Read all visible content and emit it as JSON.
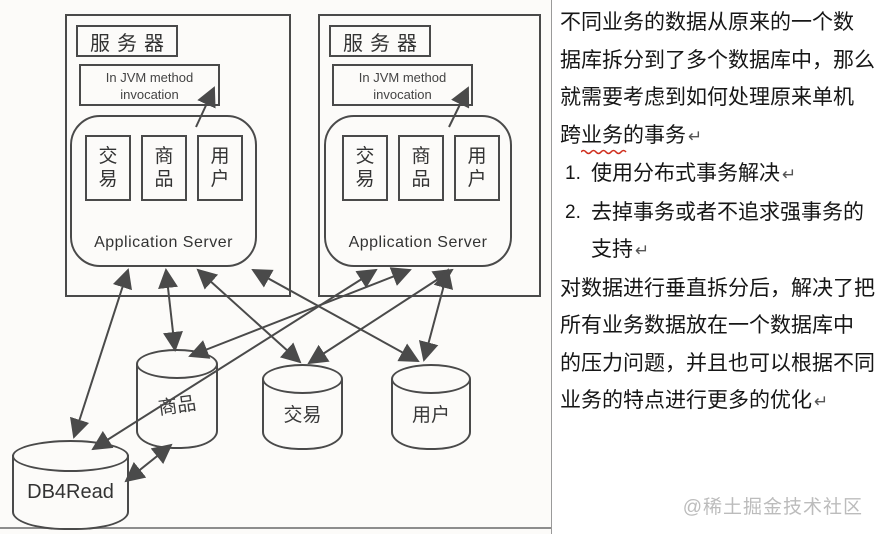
{
  "diagram": {
    "servers": [
      {
        "label": "服务器",
        "jvm_line1": "In JVM method",
        "jvm_line2": "invocation",
        "modules": [
          "交易",
          "商品",
          "用户"
        ],
        "app_label": "Application Server"
      },
      {
        "label": "服务器",
        "jvm_line1": "In JVM method",
        "jvm_line2": "invocation",
        "modules": [
          "交易",
          "商品",
          "用户"
        ],
        "app_label": "Application Server"
      }
    ],
    "databases": [
      {
        "label": "商品"
      },
      {
        "label": "交易"
      },
      {
        "label": "用户"
      },
      {
        "label": "DB4Read"
      }
    ]
  },
  "text_panel": {
    "paragraph1": {
      "lines": [
        "不同业务的数据从原来的一个数",
        "据库拆分到了多个数据库中，那么",
        "就需要考虑到如何处理原来单机",
        "跨业务的事务"
      ]
    },
    "list": [
      {
        "num": "1.",
        "lines": [
          "使用分布式事务解决"
        ]
      },
      {
        "num": "2.",
        "lines": [
          "去掉事务或者不追求强事务的",
          "支持"
        ]
      }
    ],
    "paragraph2": {
      "lines": [
        "对数据进行垂直拆分后，解决了把",
        "所有业务数据放在一个数据库中",
        "的压力问题，并且也可以根据不同",
        "业务的特点进行更多的优化"
      ]
    },
    "return_mark": "↵",
    "watermark": "@稀土掘金技术社区"
  }
}
